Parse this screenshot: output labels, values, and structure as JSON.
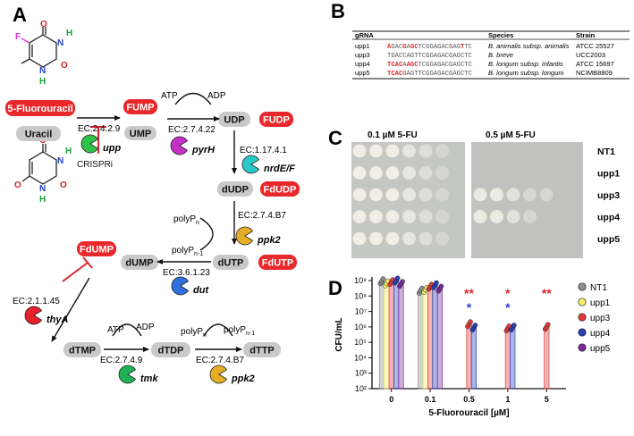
{
  "panels": {
    "a": "A",
    "b": "B",
    "c": "C",
    "d": "D"
  },
  "pathway": {
    "five_fu": "5-Fluorouracil",
    "uracil": "Uracil",
    "fump": "FUMP",
    "ump": "UMP",
    "udp": "UDP",
    "fudp": "FUDP",
    "dudp": "dUDP",
    "fdudp": "FdUDP",
    "dutp": "dUTP",
    "fdutp": "FdUTP",
    "dump": "dUMP",
    "fdump": "FdUMP",
    "dtmp": "dTMP",
    "dtdp": "dTDP",
    "dttp": "dTTP",
    "atp1": "ATP",
    "adp1": "ADP",
    "atp2": "ATP",
    "adp2": "ADP",
    "polyp_n_1": "polyP",
    "polyp_n1_1": "polyP",
    "polyp_n_2": "polyP",
    "polyp_n1_2": "polyP",
    "sub_n": "n",
    "sub_n_minus_1": "n-1",
    "crispri": "CRISPRi",
    "ec_upp": "EC:2.4.2.9",
    "ec_pyrh": "EC:2.7.4.22",
    "ec_nrde": "EC:1.17.4.1",
    "ec_ppk2a": "EC:2.7.4.B7",
    "ec_dut": "EC:3.6.1.23",
    "ec_thya": "EC:2.1.1.45",
    "ec_tmk": "EC:2.7.4.9",
    "ec_ppk2b": "EC:2.7.4.B7",
    "gene_upp": "upp",
    "gene_pyrh": "pyrH",
    "gene_nrde": "nrdE/F",
    "gene_ppk2a": "ppk2",
    "gene_dut": "dut",
    "gene_thya": "thyA",
    "gene_tmk": "tmk",
    "gene_ppk2b": "ppk2",
    "colors": {
      "red_box": "#e8282b",
      "grey_box": "#c9c9c9",
      "upp": "#2fc34a",
      "pyrh": "#c531c8",
      "nrde": "#2ac8c8",
      "ppk2": "#e5ad27",
      "dut": "#2f6fe0",
      "thya": "#e61f2b",
      "tmk": "#20b356"
    }
  },
  "grna_table": {
    "headers": [
      "gRNA",
      "Species",
      "Strain"
    ],
    "rows": [
      {
        "name": "upp1",
        "seq": [
          [
            "A",
            "r"
          ],
          [
            "GAC",
            "k"
          ],
          [
            "G",
            "r"
          ],
          [
            "A",
            "k"
          ],
          [
            "GC",
            "r"
          ],
          [
            "TCGGAGACGAG",
            "k"
          ],
          [
            "T",
            "r"
          ],
          [
            "TC",
            "k"
          ]
        ],
        "species": "B. animalis subsp. animalis",
        "strain": "ATCC 25527"
      },
      {
        "name": "upp3",
        "seq": [
          [
            "TGACCAGTTCGGAGACGAGCTC",
            "k"
          ]
        ],
        "species": "B. breve",
        "strain": "UCC2003"
      },
      {
        "name": "upp4",
        "seq": [
          [
            "TCAC",
            "r"
          ],
          [
            "A",
            "k"
          ],
          [
            "AGC",
            "r"
          ],
          [
            "TCGGAGACGAGCTC",
            "k"
          ]
        ],
        "species": "B. longum subsp. infantis",
        "strain": "ATCC 15697"
      },
      {
        "name": "upp5",
        "seq": [
          [
            "TCAC",
            "r"
          ],
          [
            "GAGTTCGGAGACGAGCTC",
            "k"
          ]
        ],
        "species": "B. longum subsp. longum",
        "strain": "NCIMB8809"
      }
    ]
  },
  "plates": {
    "title_left": "0.1 µM 5-FU",
    "title_right": "0.5 µM 5-FU",
    "rows": [
      "NT1",
      "upp1",
      "upp3",
      "upp4",
      "upp5"
    ],
    "left_growth": [
      6,
      6,
      6,
      6,
      6
    ],
    "right_growth": [
      0,
      0,
      5,
      4,
      0
    ]
  },
  "chart_data": {
    "type": "bar",
    "categories": [
      "0",
      "0.1",
      "0.5",
      "1",
      "5"
    ],
    "xlabel": "5-Fluorouracil [µM]",
    "ylabel": "CFU/mL",
    "yscale": "log",
    "ylim": [
      100,
      1000000000
    ],
    "ytick_labels": [
      "10²",
      "10³",
      "10⁴",
      "10⁵",
      "10⁶",
      "10⁷",
      "10⁸",
      "10⁹"
    ],
    "series": [
      {
        "name": "NT1",
        "color": "#8c8c8c",
        "values": [
          900000000,
          220000000,
          null,
          null,
          null
        ]
      },
      {
        "name": "upp1",
        "color": "#f4ec6a",
        "values": [
          650000000,
          250000000,
          null,
          null,
          null
        ]
      },
      {
        "name": "upp3",
        "color": "#e03a3a",
        "values": [
          800000000,
          400000000,
          1500000,
          800000,
          1000000
        ]
      },
      {
        "name": "upp4",
        "color": "#2a3fb8",
        "values": [
          1000000000,
          500000000,
          900000,
          900000,
          null
        ]
      },
      {
        "name": "upp5",
        "color": "#7a2a9a",
        "values": [
          600000000,
          300000000,
          null,
          null,
          null
        ]
      }
    ],
    "significance": [
      {
        "category": "0.5",
        "text": "**",
        "color": "#e0262b",
        "row": 0
      },
      {
        "category": "0.5",
        "text": "*",
        "color": "#2a3fd8",
        "row": 1
      },
      {
        "category": "1",
        "text": "*",
        "color": "#e0262b",
        "row": 0
      },
      {
        "category": "1",
        "text": "*",
        "color": "#2a3fd8",
        "row": 1
      },
      {
        "category": "5",
        "text": "**",
        "color": "#e0262b",
        "row": 0
      }
    ]
  }
}
